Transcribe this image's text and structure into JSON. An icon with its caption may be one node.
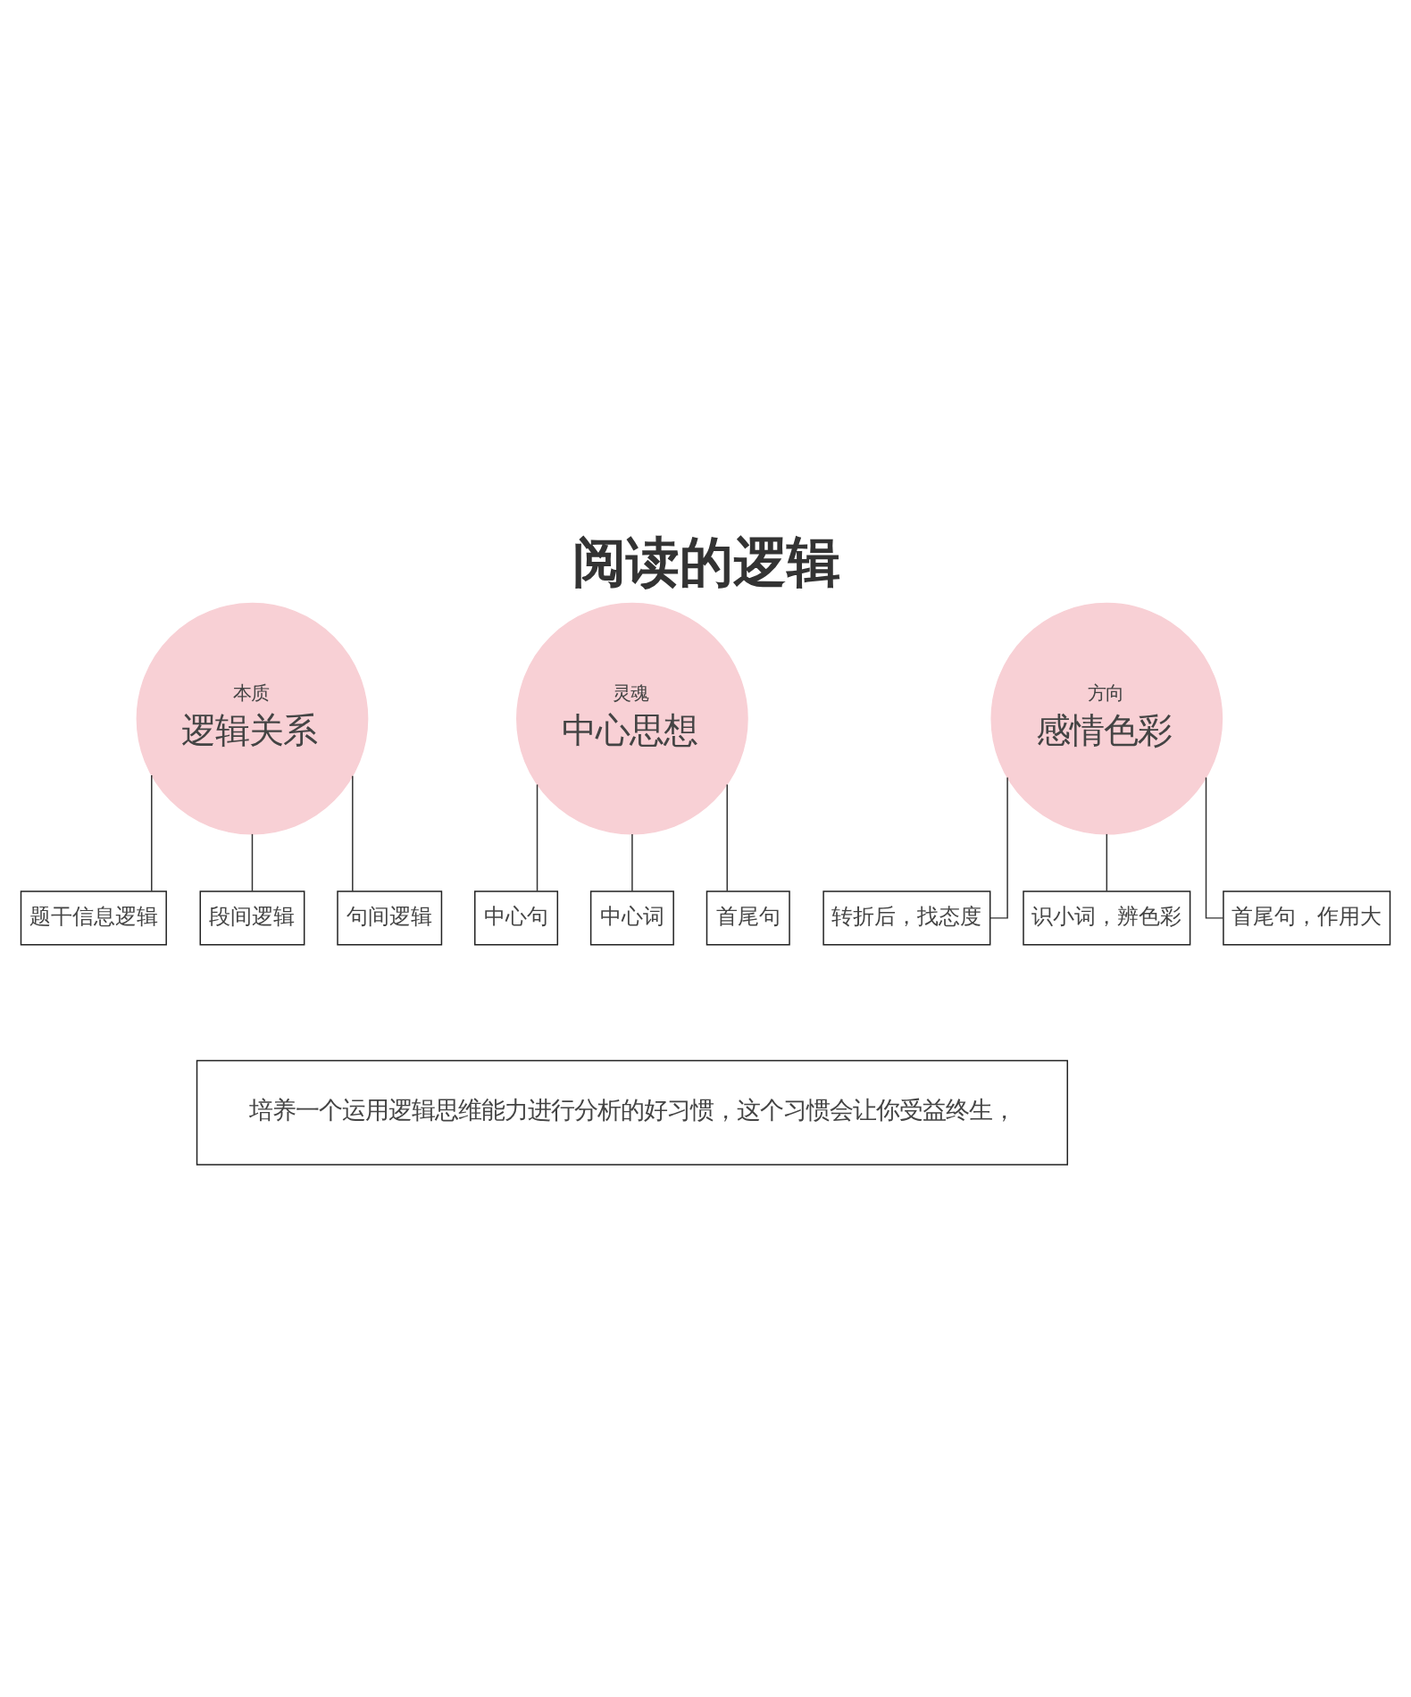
{
  "diagram": {
    "title": "阅读的逻辑",
    "nodes": [
      {
        "text": [
          "本质",
          "逻辑关系"
        ]
      },
      {
        "text": [
          "题干信息逻辑"
        ]
      },
      {
        "text": [
          "段间逻辑"
        ]
      },
      {
        "text": [
          "句间逻辑"
        ]
      },
      {
        "text": [
          "灵魂",
          "中心思想"
        ]
      },
      {
        "text": [
          "中心句"
        ]
      },
      {
        "text": [
          "中心词"
        ]
      },
      {
        "text": [
          "首尾句"
        ]
      },
      {
        "text": [
          "方向",
          "感情色彩"
        ]
      },
      {
        "text": [
          "转折后，找态度"
        ]
      },
      {
        "text": [
          "识小词，辨色彩"
        ]
      },
      {
        "text": [
          "首尾句，作用大"
        ]
      },
      {
        "text": [
          "培养一个运用逻辑思维能力进行分析的好习惯，这个习惯会让你受益终生，"
        ]
      }
    ],
    "edges": [
      {
        "from": 0,
        "to": 1,
        "arrow": "none"
      },
      {
        "from": 0,
        "to": 2,
        "arrow": "none"
      },
      {
        "from": 0,
        "to": 3,
        "arrow": "none"
      },
      {
        "from": 4,
        "to": 5,
        "arrow": "none"
      },
      {
        "from": 4,
        "to": 6,
        "arrow": "none"
      },
      {
        "from": 4,
        "to": 7,
        "arrow": "none"
      },
      {
        "from": 8,
        "to": 9,
        "arrow": "none"
      },
      {
        "from": 8,
        "to": 10,
        "arrow": "none"
      },
      {
        "from": 8,
        "to": 11,
        "arrow": "none"
      }
    ]
  }
}
